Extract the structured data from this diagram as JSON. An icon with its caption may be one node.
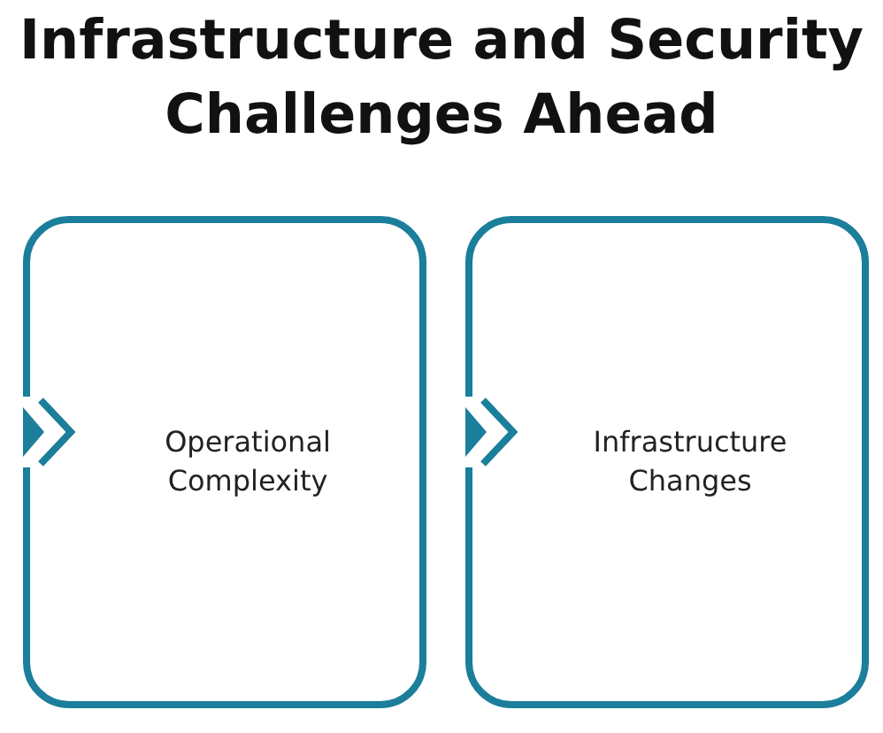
{
  "diagram": {
    "title": "Infrastructure and Security Challenges Ahead",
    "nodes": [
      {
        "text": [
          "Operational Complexity"
        ]
      },
      {
        "text": [
          "Infrastructure Changes"
        ]
      }
    ]
  }
}
